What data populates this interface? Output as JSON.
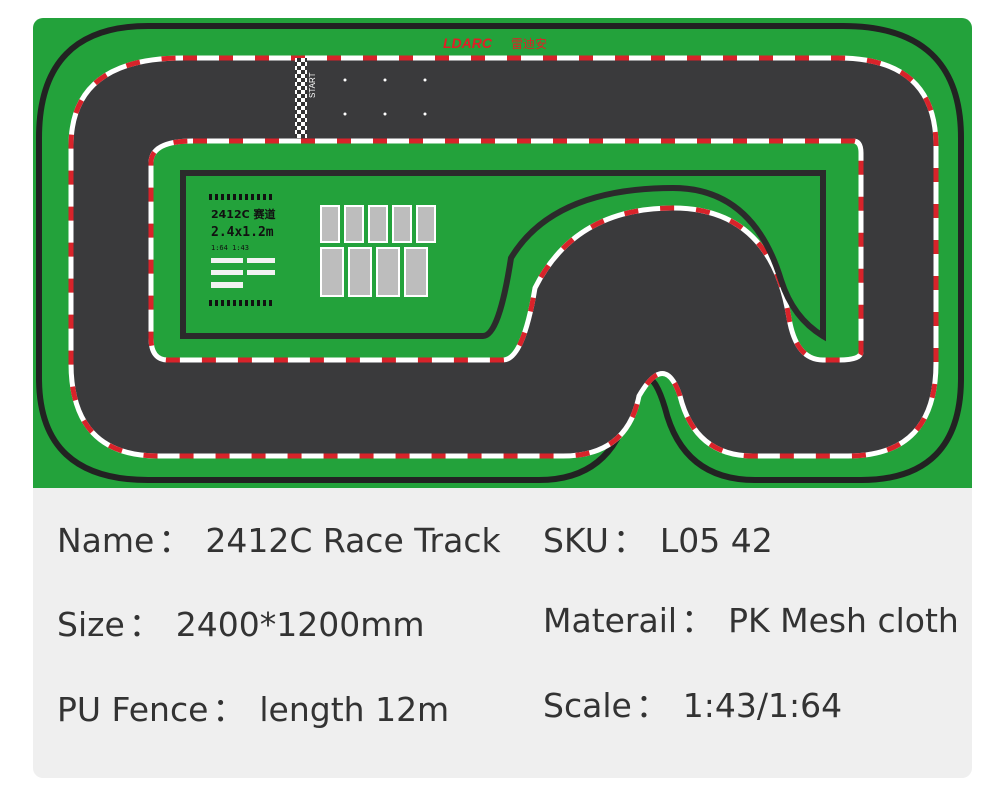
{
  "colors": {
    "grass": "#23a23b",
    "asphalt": "#3a3a3c",
    "fence_red": "#d8232a",
    "fence_white": "#ffffff",
    "logo_red": "#e01f26",
    "infield_dark": "#2b2b2b",
    "card_bg": "#efefef",
    "text": "#333333"
  },
  "track": {
    "logo_text": "LDARC",
    "logo_cn": "雷迪安",
    "start_label": "START",
    "board": {
      "title_line1": "2412C 赛道",
      "title_line2": "2.4x1.2m",
      "scale_line": "1:64  1:43"
    }
  },
  "specs": {
    "name_label": "Name",
    "name_value": "2412C Race Track",
    "sku_label": "SKU",
    "sku_value": "L05 42",
    "size_label": "Size",
    "size_value": "2400*1200mm",
    "material_label": "Materail",
    "material_value": "PK Mesh cloth",
    "fence_label": "PU Fence",
    "fence_value": "length 12m",
    "scale_label": "Scale",
    "scale_value": "1:43/1:64",
    "separator": "："
  }
}
